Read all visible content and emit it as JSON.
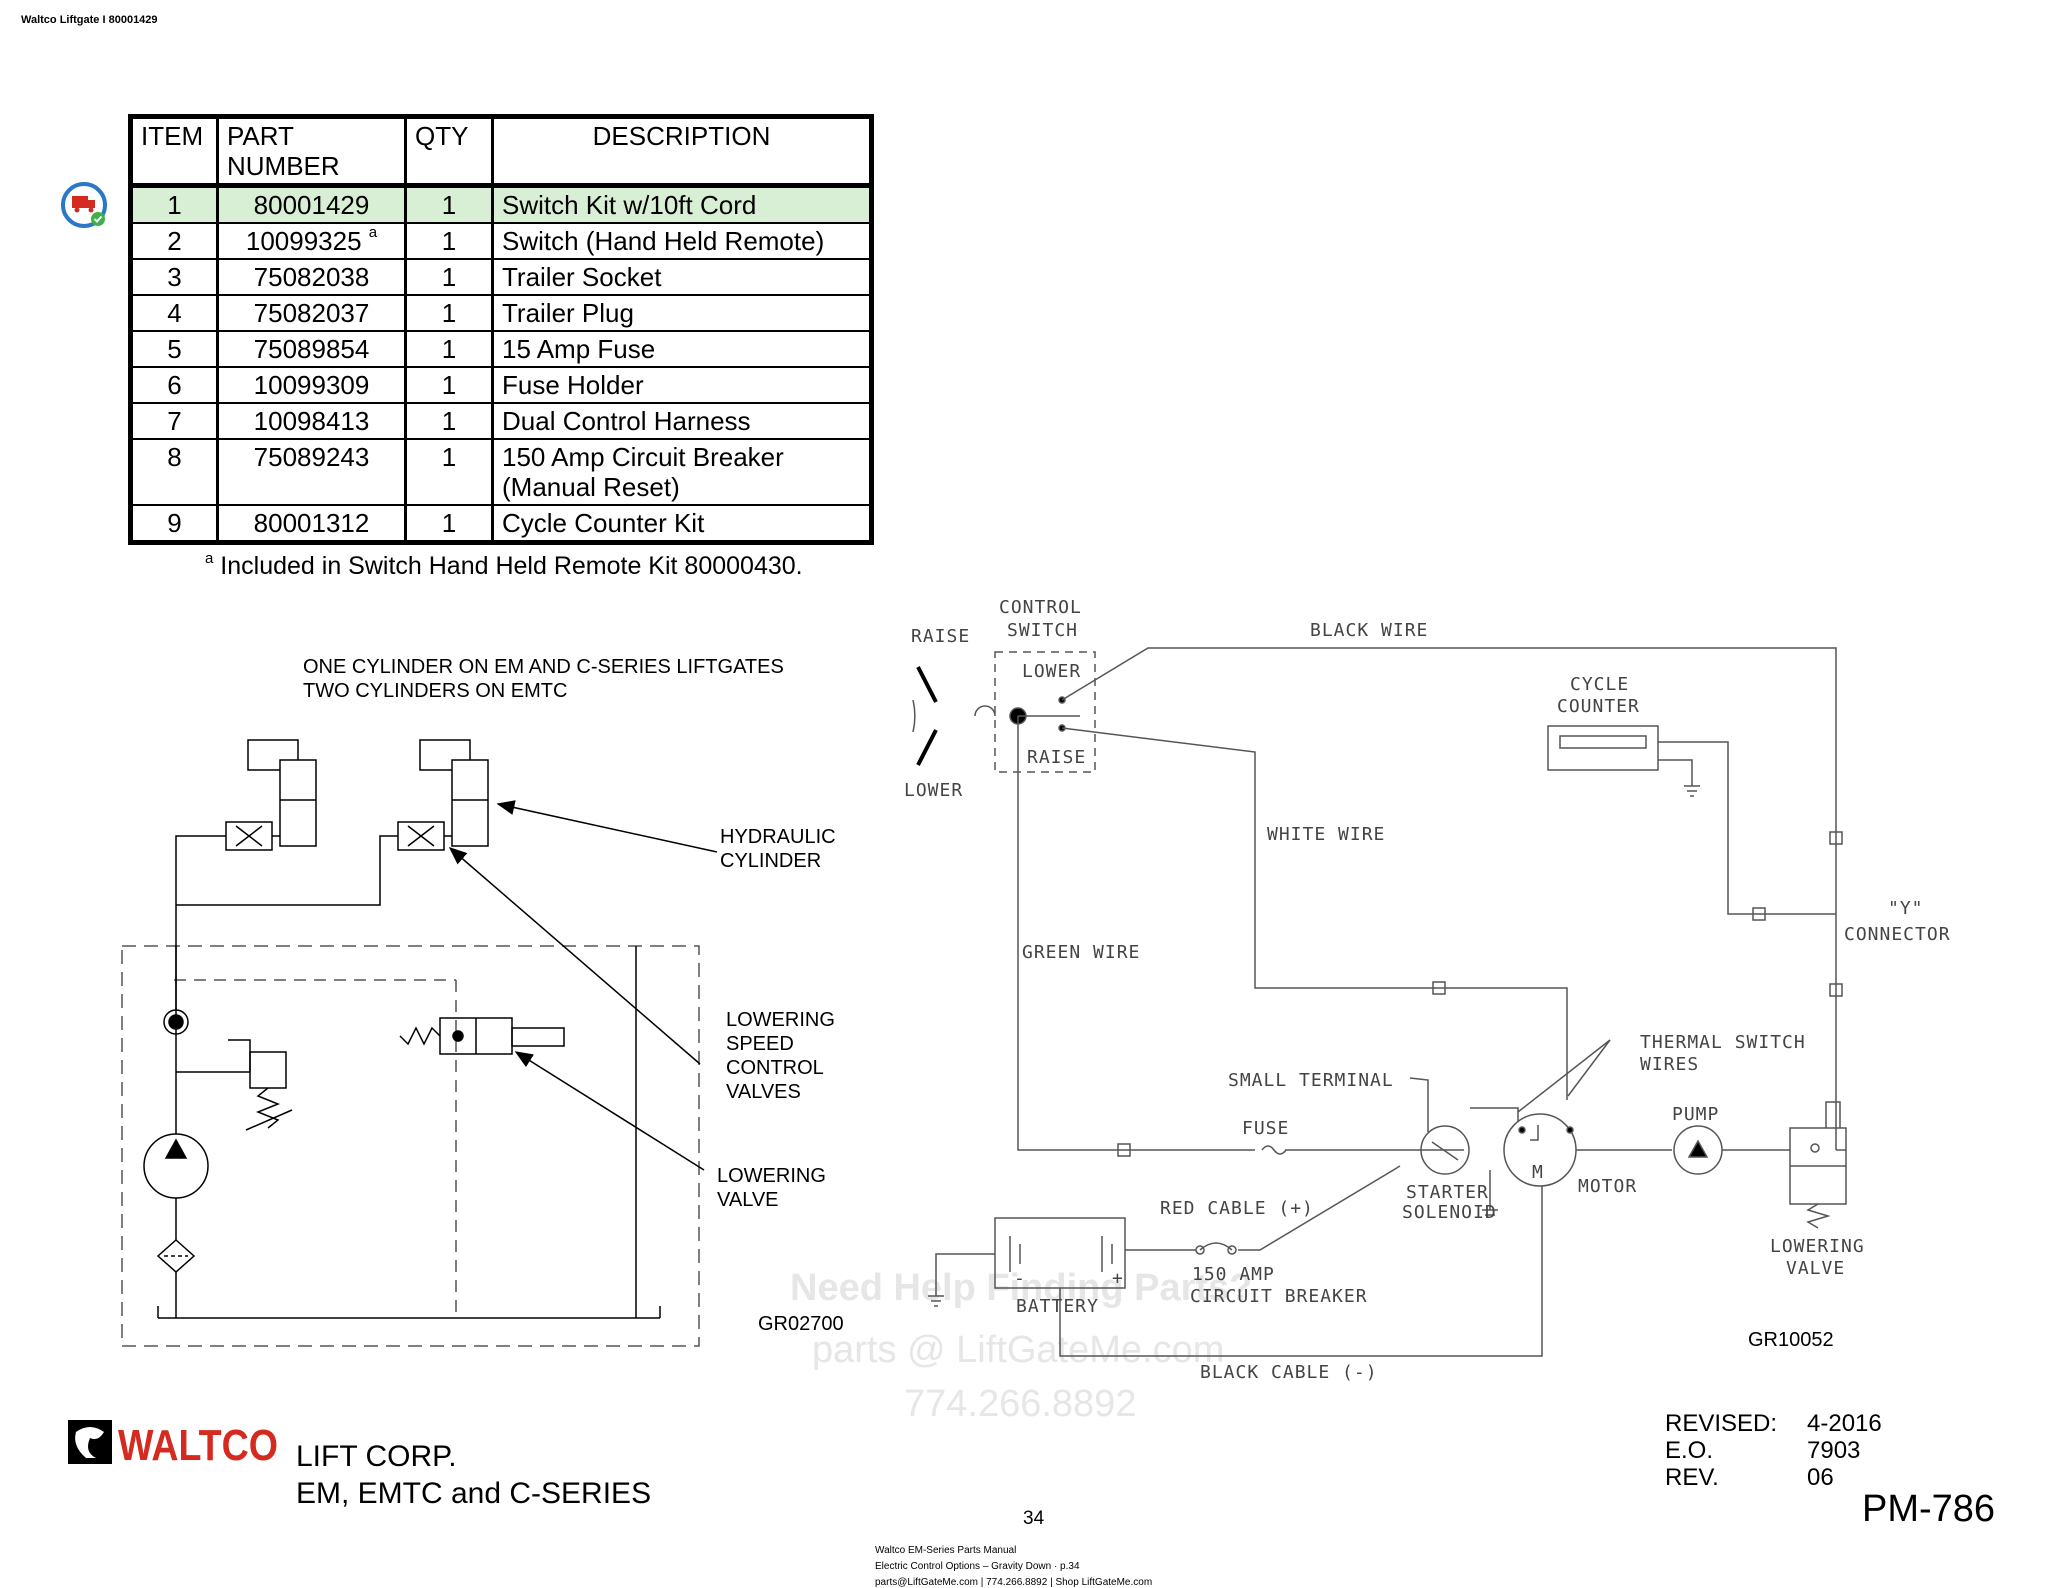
{
  "header": {
    "title": "Waltco Liftgate I 80001429"
  },
  "table": {
    "headers": {
      "item": "ITEM",
      "part1": "PART",
      "part2": "NUMBER",
      "qty": "QTY",
      "desc": "DESCRIPTION"
    },
    "rows": [
      {
        "item": "1",
        "part": "80001429",
        "sup": "",
        "qty": "1",
        "desc": "Switch Kit w/10ft Cord",
        "desc2": "",
        "highlight": true
      },
      {
        "item": "2",
        "part": "10099325",
        "sup": "a",
        "qty": "1",
        "desc": "Switch (Hand Held Remote)",
        "desc2": ""
      },
      {
        "item": "3",
        "part": "75082038",
        "sup": "",
        "qty": "1",
        "desc": "Trailer Socket",
        "desc2": ""
      },
      {
        "item": "4",
        "part": "75082037",
        "sup": "",
        "qty": "1",
        "desc": "Trailer Plug",
        "desc2": ""
      },
      {
        "item": "5",
        "part": "75089854",
        "sup": "",
        "qty": "1",
        "desc": "15 Amp Fuse",
        "desc2": ""
      },
      {
        "item": "6",
        "part": "10099309",
        "sup": "",
        "qty": "1",
        "desc": "Fuse Holder",
        "desc2": ""
      },
      {
        "item": "7",
        "part": "10098413",
        "sup": "",
        "qty": "1",
        "desc": "Dual Control Harness",
        "desc2": ""
      },
      {
        "item": "8",
        "part": "75089243",
        "sup": "",
        "qty": "1",
        "desc": "150 Amp Circuit Breaker",
        "desc2": "(Manual Reset)"
      },
      {
        "item": "9",
        "part": "80001312",
        "sup": "",
        "qty": "1",
        "desc": "Cycle Counter Kit",
        "desc2": ""
      }
    ],
    "footnote_mark": "a",
    "footnote": "Included in Switch Hand Held Remote Kit 80000430."
  },
  "hydraulic": {
    "note1": "ONE CYLINDER ON EM AND C-SERIES LIFTGATES",
    "note2": "TWO CYLINDERS ON EMTC",
    "cyl1": "HYDRAULIC",
    "cyl2": "CYLINDER",
    "lsc1": "LOWERING",
    "lsc2": "SPEED",
    "lsc3": "CONTROL",
    "lsc4": "VALVES",
    "lv1": "LOWERING",
    "lv2": "VALVE",
    "code": "GR02700"
  },
  "electrical": {
    "control1": "CONTROL",
    "control2": "SWITCH",
    "raise": "RAISE",
    "lower": "LOWER",
    "sw_lower": "LOWER",
    "sw_raise": "RAISE",
    "black_wire": "BLACK WIRE",
    "white_wire": "WHITE WIRE",
    "green_wire": "GREEN WIRE",
    "cycle1": "CYCLE",
    "cycle2": "COUNTER",
    "y1": "\"Y\"",
    "y2": "CONNECTOR",
    "thermal1": "THERMAL SWITCH",
    "thermal2": "WIRES",
    "small_terminal": "SMALL TERMINAL",
    "fuse": "FUSE",
    "pump": "PUMP",
    "red_cable": "RED CABLE (+)",
    "starter1": "STARTER",
    "starter2": "SOLENOID",
    "motor": "MOTOR",
    "motor_m": "M",
    "lv1": "LOWERING",
    "lv2": "VALVE",
    "cb1": "150 AMP",
    "cb2": "CIRCUIT BREAKER",
    "battery": "BATTERY",
    "plus": "+",
    "minus": "-",
    "black_cable": "BLACK CABLE (-)",
    "code": "GR10052"
  },
  "watermark": {
    "line1": "Need Help Finding Parts?",
    "line2": "parts @ LiftGateMe.com",
    "line3": "774.266.8892"
  },
  "brand": {
    "logo": "WALTCO",
    "title": "LIFT CORP.",
    "subtitle": "EM, EMTC and C-SERIES"
  },
  "page_number": "34",
  "revision": {
    "revised_k": "REVISED:",
    "revised_v": "4-2016",
    "eo_k": "E.O.",
    "eo_v": "7903",
    "rev_k": "REV.",
    "rev_v": "06"
  },
  "doc_code": "PM-786",
  "footer": {
    "line1": "Waltco EM-Series Parts Manual",
    "line2": "Electric Control Options – Gravity Down · p.34",
    "line3": "parts@LiftGateMe.com | 774.266.8892 | Shop LiftGateMe.com"
  },
  "colors": {
    "highlight": "#d9efd5",
    "brand_red": "#d42a1f",
    "badge_blue": "#2a78c6",
    "badge_green": "#3db24a"
  }
}
